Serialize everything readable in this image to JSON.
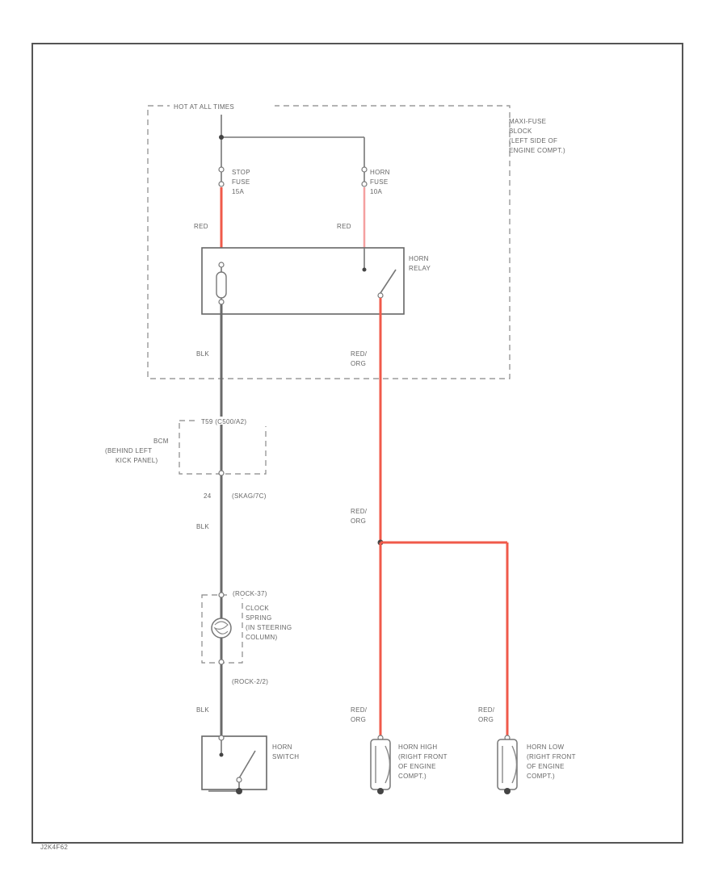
{
  "diagram": {
    "fuse_block_header": "HOT AT ALL TIMES",
    "fuse_block_label": [
      "MAXI-FUSE",
      "BLOCK",
      "(LEFT SIDE OF",
      "ENGINE COMPT.)"
    ],
    "stop_fuse": [
      "STOP",
      "FUSE",
      "15A"
    ],
    "horn_fuse": [
      "HORN",
      "FUSE",
      "10A"
    ],
    "wire_red_left": "RED",
    "wire_red_right": "RED",
    "horn_relay": [
      "HORN",
      "RELAY"
    ],
    "wire_blk_upper": "BLK",
    "wire_red_org_relay": [
      "RED/",
      "ORG"
    ],
    "connector_top": "T59 (C500/A2)",
    "connector_label": [
      "BCM",
      "(BEHIND LEFT",
      "KICK PANEL)"
    ],
    "connector_bottom_pin": "24",
    "connector_bottom": "(SKAG/7C)",
    "wire_blk_lower": "BLK",
    "wire_red_org_splice": [
      "RED/",
      "ORG"
    ],
    "clock_spring_top": "(ROCK-37)",
    "clock_spring_label": [
      "CLOCK",
      "SPRING",
      "(IN STEERING",
      "COLUMN)"
    ],
    "clock_spring_bottom": "(ROCK-2/2)",
    "wire_blk_switch": "BLK",
    "horn_switch": [
      "HORN",
      "SWITCH"
    ],
    "wire_red_org_high": [
      "RED/",
      "ORG"
    ],
    "wire_red_org_low": [
      "RED/",
      "ORG"
    ],
    "horn_high": [
      "HORN HIGH",
      "(RIGHT FRONT",
      "OF ENGINE",
      "COMPT.)"
    ],
    "horn_low": [
      "HORN LOW",
      "(RIGHT FRONT",
      "OF ENGINE",
      "COMPT.)"
    ],
    "figure_id": "J2K4F62"
  },
  "colors": {
    "red_wire": "#f05a4a",
    "black_wire": "#6a6a6a"
  }
}
